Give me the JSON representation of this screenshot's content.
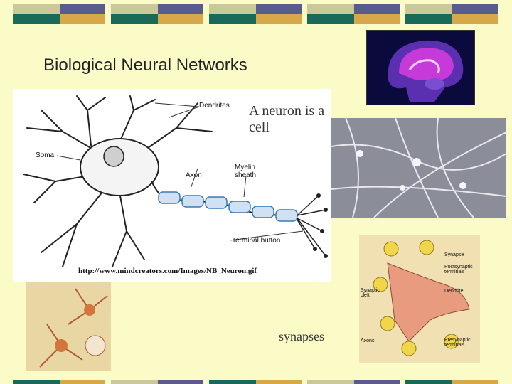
{
  "slide": {
    "title": "Biological Neural Networks",
    "neuron_caption": "A neuron is a cell",
    "synapses_caption": "synapses",
    "image_credit_url": "http://www.mindcreators.com/Images/NB_Neuron.gif",
    "neuron_labels": {
      "dendrites": "Dendrites",
      "soma": "Soma",
      "axon": "Axon",
      "myelin_sheath": "Myelin sheath",
      "terminal_button": "Terminal button"
    },
    "synapse_labels": {
      "synapse": "Synapse",
      "postsynaptic_terminals": "Postsynaptic terminals",
      "synaptic_cleft": "Synaptic cleft",
      "dendrite": "Dendrite",
      "axons": "Axons",
      "presynaptic_terminals": "Presynaptic terminals"
    }
  },
  "colors": {
    "background": "#fbfbc8",
    "band_navy": "#5a5a8c",
    "band_olive": "#c8c89a",
    "band_teal": "#1a6a5a",
    "band_gold": "#d6a84a"
  }
}
